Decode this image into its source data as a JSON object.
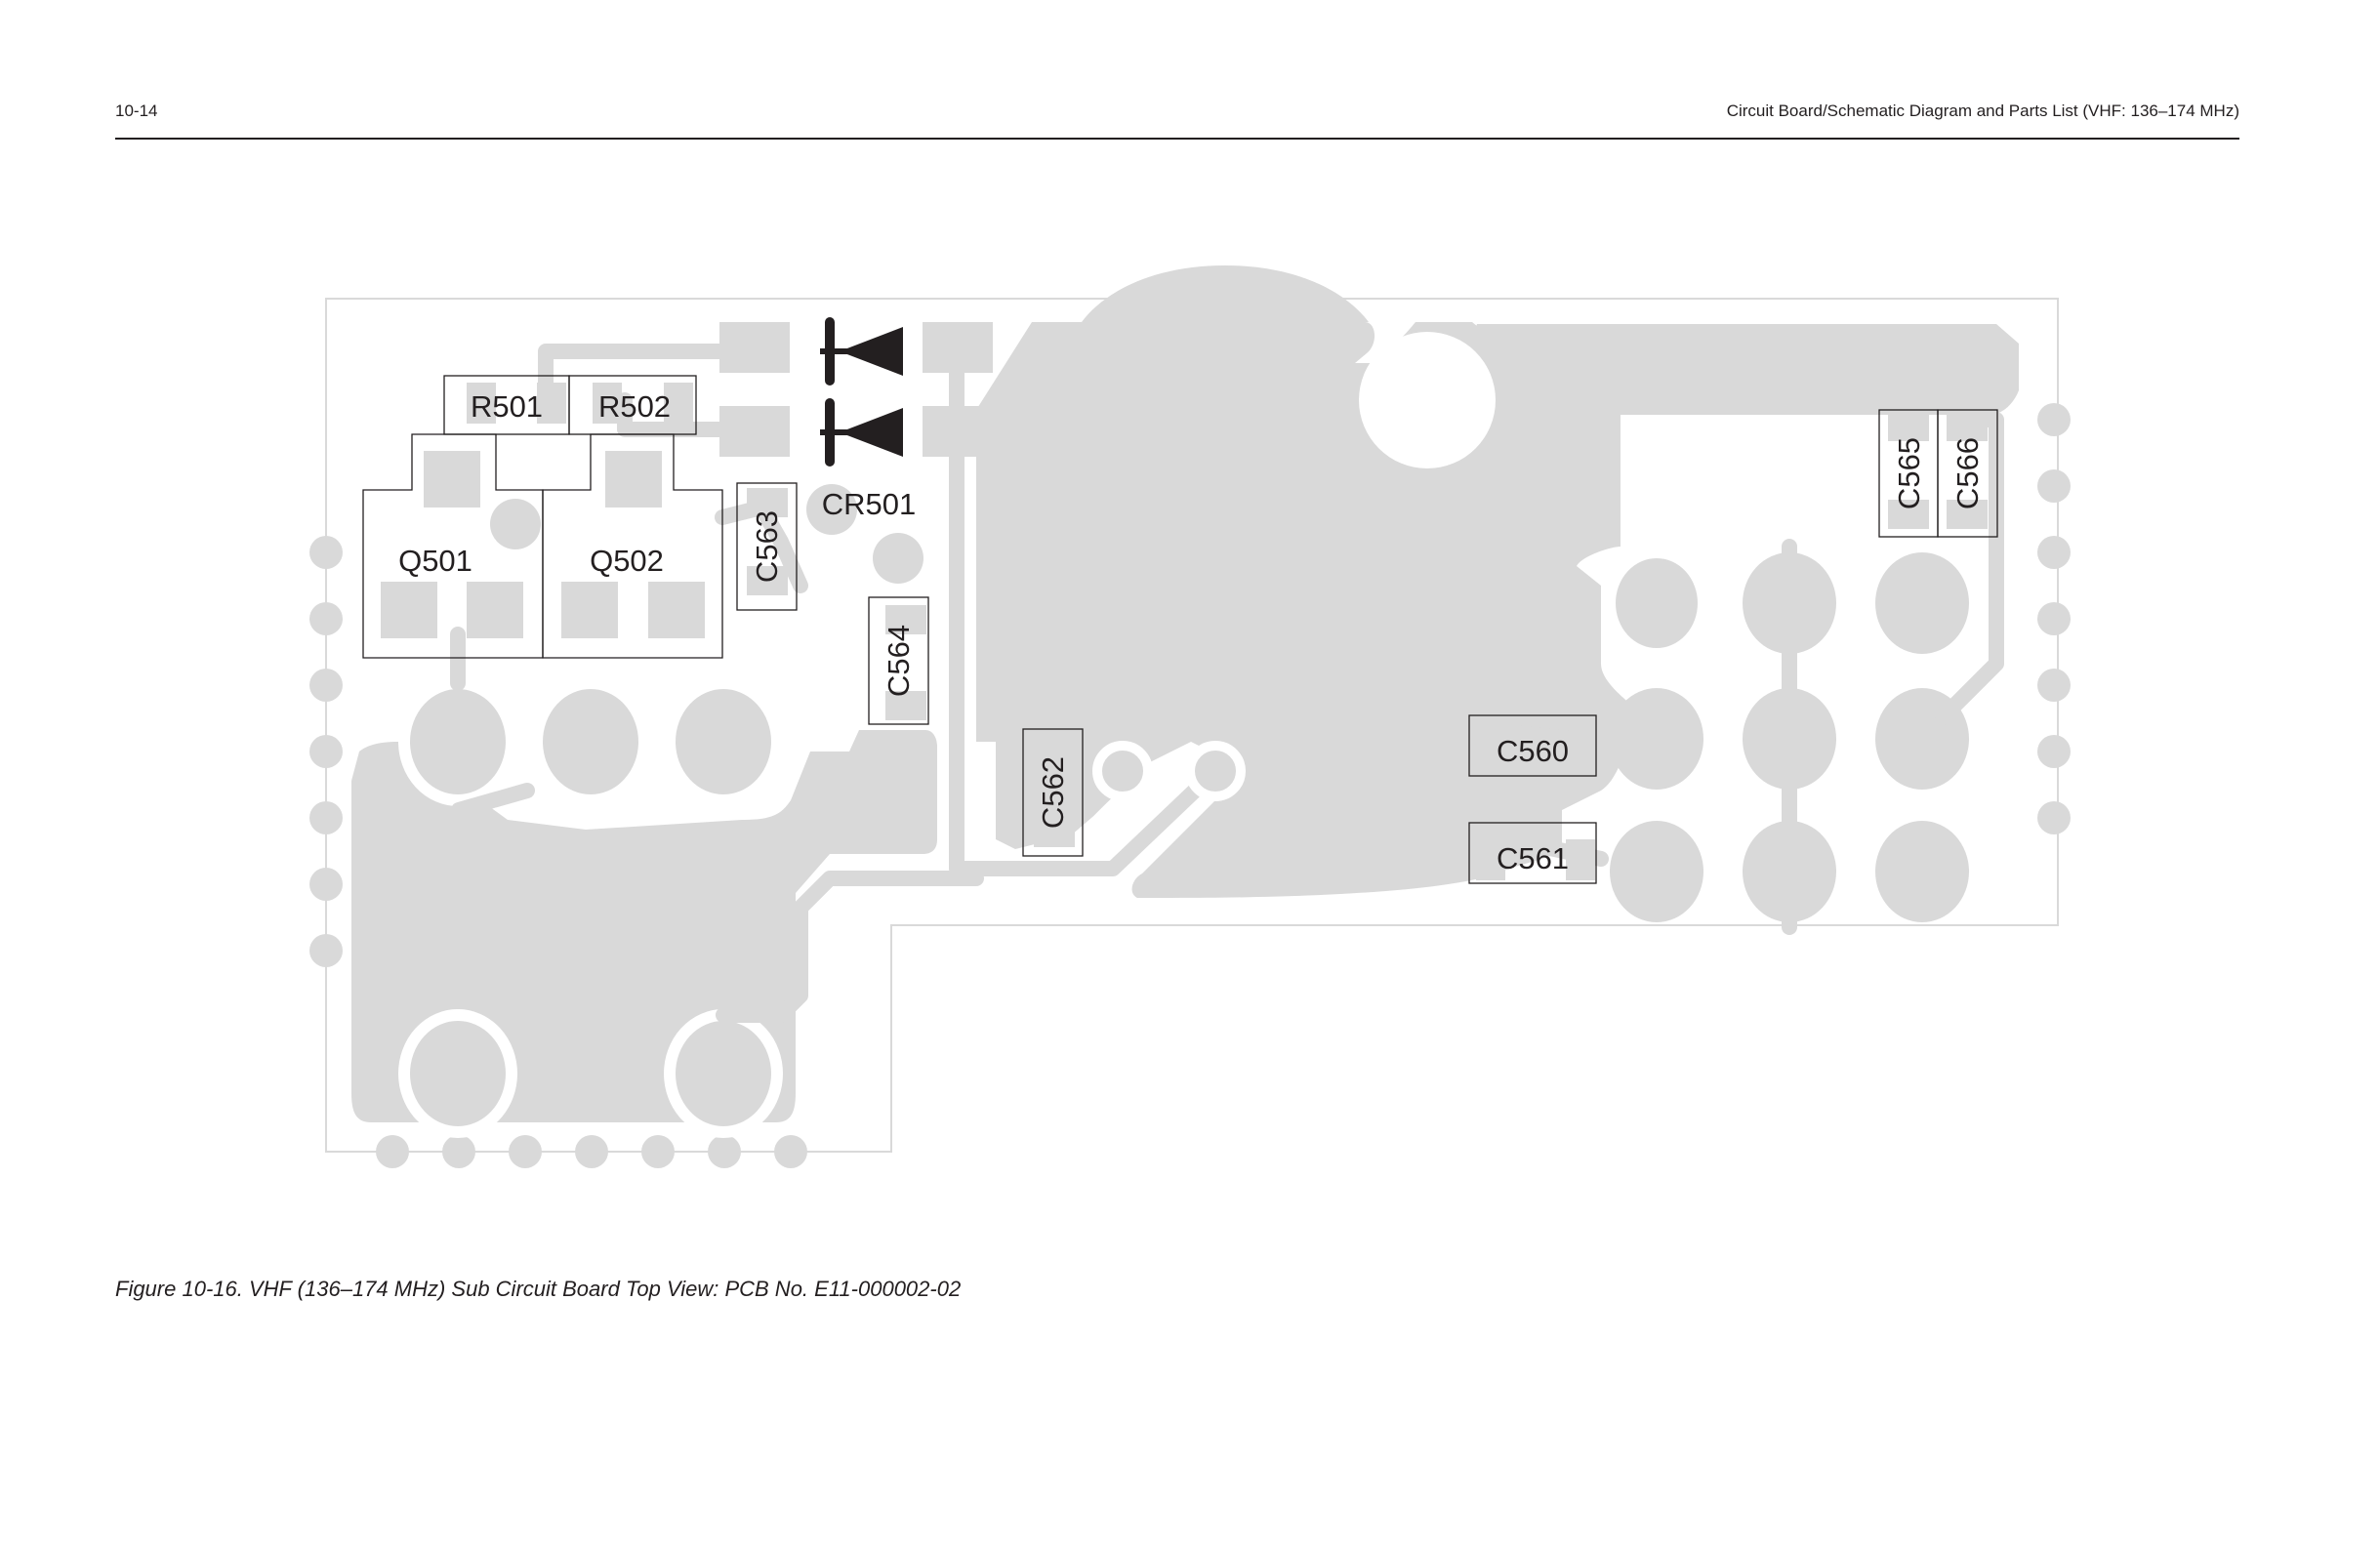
{
  "header": {
    "page_number": "10-14",
    "running_title": "Circuit Board/Schematic Diagram and Parts List (VHF: 136–174 MHz)"
  },
  "figure": {
    "caption": "Figure 10-16. VHF (136–174 MHz) Sub Circuit Board Top View: PCB No. E11-000002-02"
  },
  "components": {
    "r501": "R501",
    "r502": "R502",
    "q501": "Q501",
    "q502": "Q502",
    "cr501": "CR501",
    "c560": "C560",
    "c561": "C561",
    "c562": "C562",
    "c563": "C563",
    "c564": "C564",
    "c565": "C565",
    "c566": "C566"
  },
  "colors": {
    "copper": "#d9d9d9",
    "silkscreen": "#231f20",
    "board_edge": "#d9d9d9"
  }
}
